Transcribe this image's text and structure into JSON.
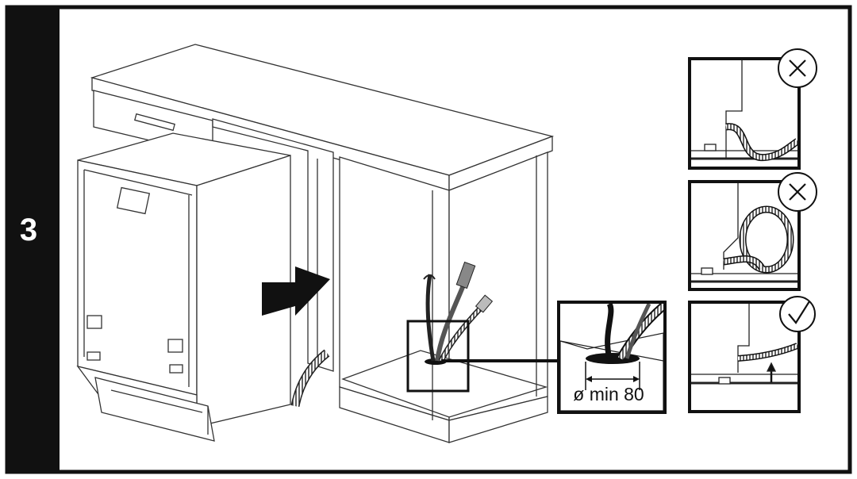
{
  "step": {
    "number": "3"
  },
  "detail": {
    "hole_label": "ø min 80"
  },
  "panels": [
    {
      "status": "incorrect",
      "icon": "cross-icon"
    },
    {
      "status": "incorrect",
      "icon": "cross-icon"
    },
    {
      "status": "correct",
      "icon": "check-icon"
    }
  ]
}
